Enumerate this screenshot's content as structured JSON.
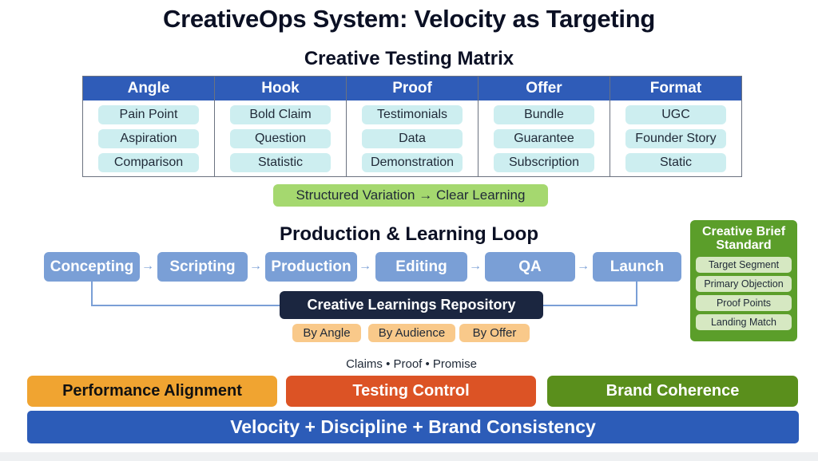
{
  "title": "CreativeOps System: Velocity as Targeting",
  "matrix": {
    "title": "Creative Testing Matrix",
    "columns": [
      {
        "header": "Angle",
        "items": [
          "Pain Point",
          "Aspiration",
          "Comparison"
        ]
      },
      {
        "header": "Hook",
        "items": [
          "Bold Claim",
          "Question",
          "Statistic"
        ]
      },
      {
        "header": "Proof",
        "items": [
          "Testimonials",
          "Data",
          "Demonstration"
        ]
      },
      {
        "header": "Offer",
        "items": [
          "Bundle",
          "Guarantee",
          "Subscription"
        ]
      },
      {
        "header": "Format",
        "items": [
          "UGC",
          "Founder Story",
          "Static"
        ]
      }
    ],
    "tagline": "Structured Variation → Clear Learning"
  },
  "loop": {
    "title": "Production & Learning Loop",
    "steps": [
      "Concepting",
      "Scripting",
      "Production",
      "Editing",
      "QA",
      "Launch"
    ],
    "arrow_icon": "→",
    "repository": {
      "label": "Creative Learnings Repository",
      "tags": [
        "By Angle",
        "By Audience",
        "By Offer"
      ]
    }
  },
  "brief": {
    "title": "Creative Brief Standard",
    "items": [
      "Target Segment",
      "Primary Objection",
      "Proof Points",
      "Landing Match"
    ]
  },
  "pillars": {
    "caption": "Claims • Proof • Promise",
    "items": [
      {
        "label": "Performance Alignment",
        "color": "#f0a431",
        "text_color": "#111111"
      },
      {
        "label": "Testing Control",
        "color": "#dc5325",
        "text_color": "#ffffff"
      },
      {
        "label": "Brand Coherence",
        "color": "#5a8f1c",
        "text_color": "#ffffff"
      }
    ],
    "foundation": "Velocity + Discipline + Brand Consistency"
  },
  "colors": {
    "matrix_header": "#2f5cb8",
    "matrix_cell": "#cdeef0",
    "step": "#7a9fd6",
    "repository": "#1b2640",
    "repo_tag": "#f9c98a",
    "brief": "#5b9e2a",
    "tagline": "#a5d86f",
    "foundation": "#2c5cb8"
  }
}
